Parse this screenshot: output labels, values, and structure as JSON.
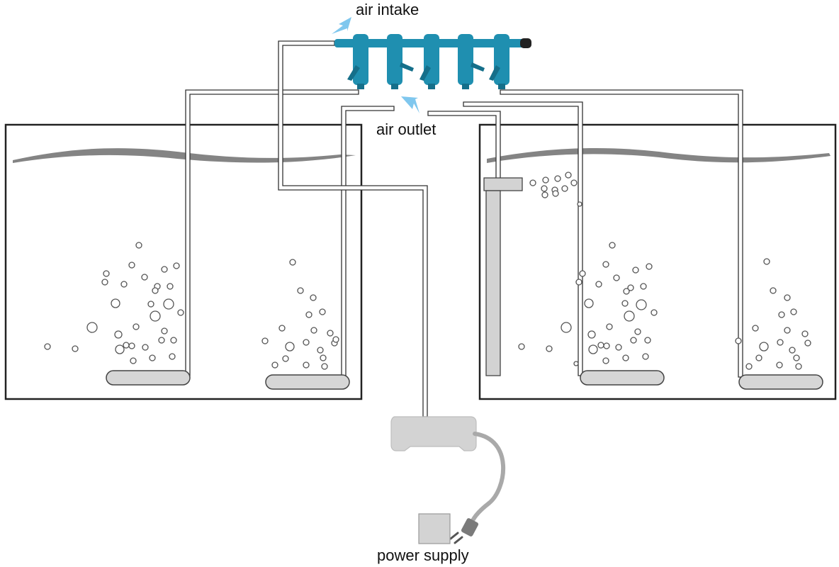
{
  "labels": {
    "air_intake": "air intake",
    "air_outlet": "air outlet",
    "power_supply": "power supply"
  },
  "colors": {
    "manifold": "#1f8fb0",
    "manifold_dark": "#156f8a",
    "arrow": "#7fc7ee",
    "pump": "#d3d3d3",
    "tank_outline": "#222222",
    "water_line": "#6e6e6e"
  },
  "icons": {
    "intake_arrow": "arrow-icon",
    "outlet_arrow": "arrow-icon",
    "plug": "plug-icon"
  }
}
